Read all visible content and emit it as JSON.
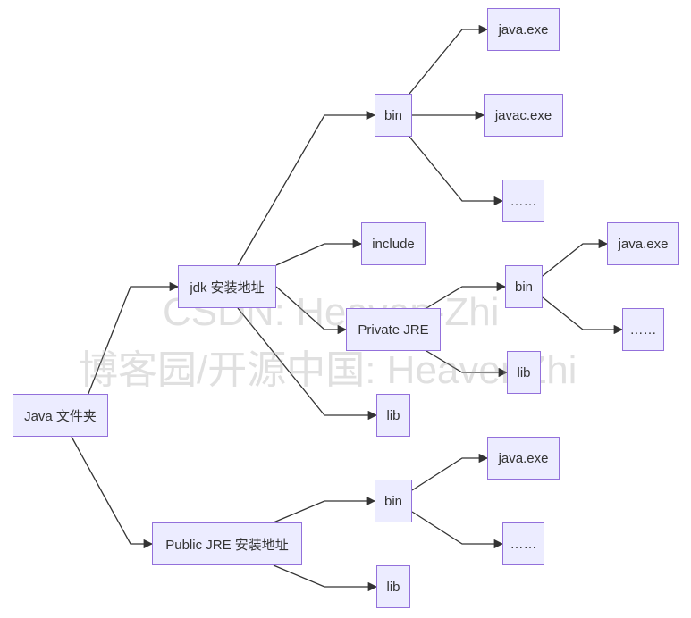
{
  "nodes": {
    "java_folder": "Java 文件夹",
    "jdk": "jdk 安装地址",
    "jdk_bin": "bin",
    "jdk_bin_java": "java.exe",
    "jdk_bin_javac": "javac.exe",
    "jdk_bin_more": "……",
    "jdk_include": "include",
    "private_jre": "Private JRE",
    "private_jre_bin": "bin",
    "private_jre_bin_java": "java.exe",
    "private_jre_bin_more": "……",
    "private_jre_lib": "lib",
    "jdk_lib": "lib",
    "public_jre": "Public JRE 安装地址",
    "public_jre_bin": "bin",
    "public_jre_bin_java": "java.exe",
    "public_jre_bin_more": "……",
    "public_jre_lib": "lib"
  },
  "watermark": {
    "line1": "CSDN: Heaven-Zhi",
    "line2": "博客园/开源中国: HeavenZhi"
  },
  "colors": {
    "node_fill": "#ececff",
    "node_border": "#9370db",
    "edge": "#333333",
    "text": "#333333"
  }
}
